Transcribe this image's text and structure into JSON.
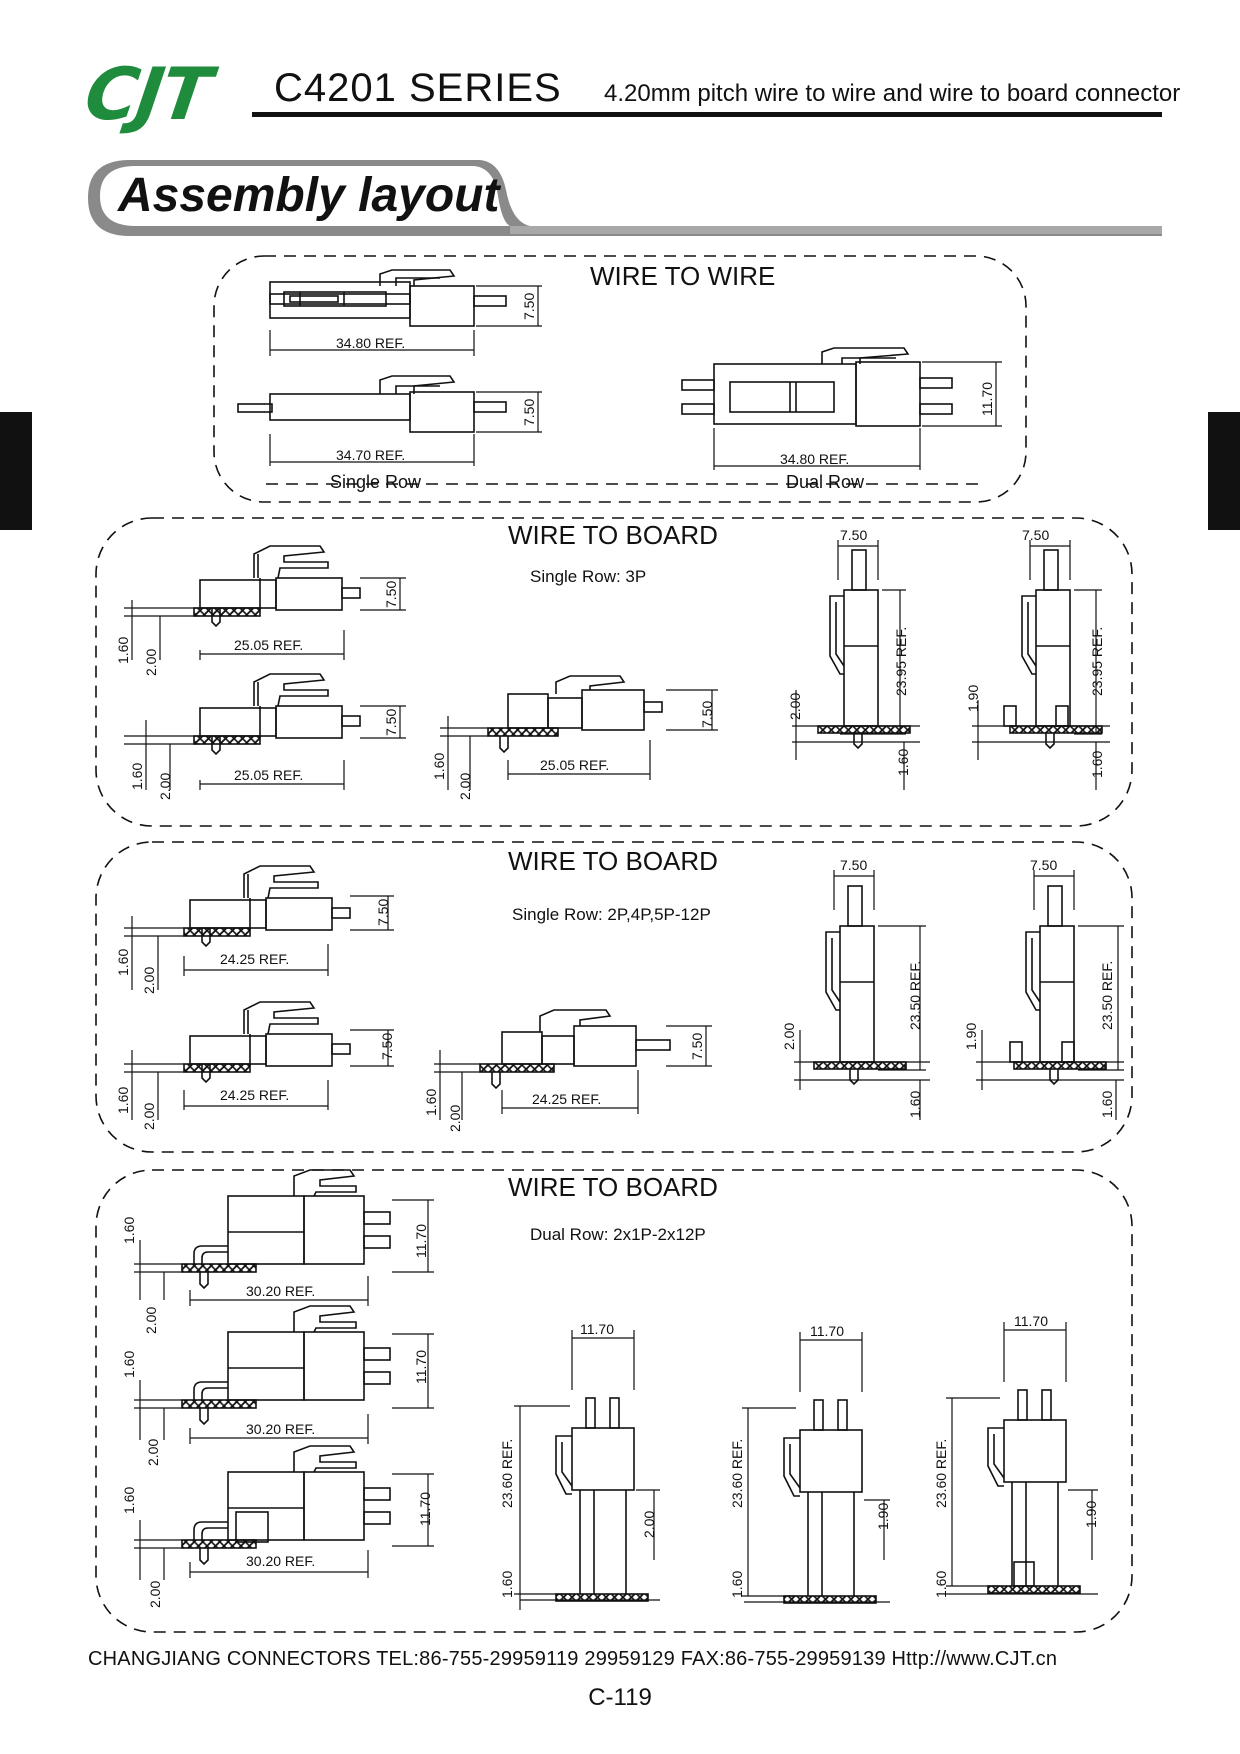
{
  "header": {
    "logo": "CJT",
    "series": "C4201 SERIES",
    "subtitle": "4.20mm pitch wire to wire and wire to board connector"
  },
  "section_title": "Assembly layout",
  "panels": {
    "wtw": {
      "title": "WIRE TO WIRE",
      "d1_len": "34.80 REF.",
      "d1_h": "7.50",
      "d2_len": "34.70 REF.",
      "d2_h": "7.50",
      "d3_len": "34.80 REF.",
      "d3_h": "11.70",
      "cap_single": "Single Row",
      "cap_dual": "Dual Row"
    },
    "wtb1": {
      "title": "WIRE TO BOARD",
      "sub": "Single Row: 3P",
      "a_h": "7.50",
      "a_len": "25.05 REF.",
      "a_v1": "1.60",
      "a_v2": "2.00",
      "b_h": "7.50",
      "b_len": "25.05 REF.",
      "b_v1": "1.60",
      "b_v2": "2.00",
      "c_h": "7.50",
      "c_len": "25.05 REF.",
      "c_v1": "1.60",
      "c_v2": "2.00",
      "v1_w": "7.50",
      "v1_ref": "23.95 REF.",
      "v1_a": "2.00",
      "v1_b": "1.60",
      "v2_w": "7.50",
      "v2_ref": "23.95 REF.",
      "v2_a": "1.90",
      "v2_b": "1.60"
    },
    "wtb2": {
      "title": "WIRE TO BOARD",
      "sub": "Single Row: 2P,4P,5P-12P",
      "a_h": "7.50",
      "a_len": "24.25 REF.",
      "a_v1": "1.60",
      "a_v2": "2.00",
      "b_h": "7.50",
      "b_len": "24.25 REF.",
      "b_v1": "1.60",
      "b_v2": "2.00",
      "c_h": "7.50",
      "c_len": "24.25 REF.",
      "c_v1": "1.60",
      "c_v2": "2.00",
      "v1_w": "7.50",
      "v1_ref": "23.50 REF.",
      "v1_a": "2.00",
      "v1_b": "1.60",
      "v2_w": "7.50",
      "v2_ref": "23.50 REF.",
      "v2_a": "1.90",
      "v2_b": "1.60"
    },
    "wtb3": {
      "title": "WIRE TO BOARD",
      "sub": "Dual Row: 2x1P-2x12P",
      "a_h": "11.70",
      "a_len": "30.20 REF.",
      "a_v1": "1.60",
      "a_v2": "2.00",
      "b_h": "11.70",
      "b_len": "30.20 REF.",
      "b_v1": "1.60",
      "b_v2": "2.00",
      "c_h": "11.70",
      "c_len": "30.20 REF.",
      "c_v1": "1.60",
      "c_v2": "2.00",
      "v1_w": "11.70",
      "v1_ref": "23.60 REF.",
      "v1_a": "2.00",
      "v1_b": "1.60",
      "v2_w": "11.70",
      "v2_ref": "23.60 REF.",
      "v2_a": "1.90",
      "v2_b": "1.60",
      "v3_w": "11.70",
      "v3_ref": "23.60 REF.",
      "v3_a": "1.90",
      "v3_b": "1.60"
    }
  },
  "footer": {
    "contact": "CHANGJIANG CONNECTORS  TEL:86-755-29959119 29959129  FAX:86-755-29959139  Http://www.CJT.cn",
    "page": "C-119"
  }
}
